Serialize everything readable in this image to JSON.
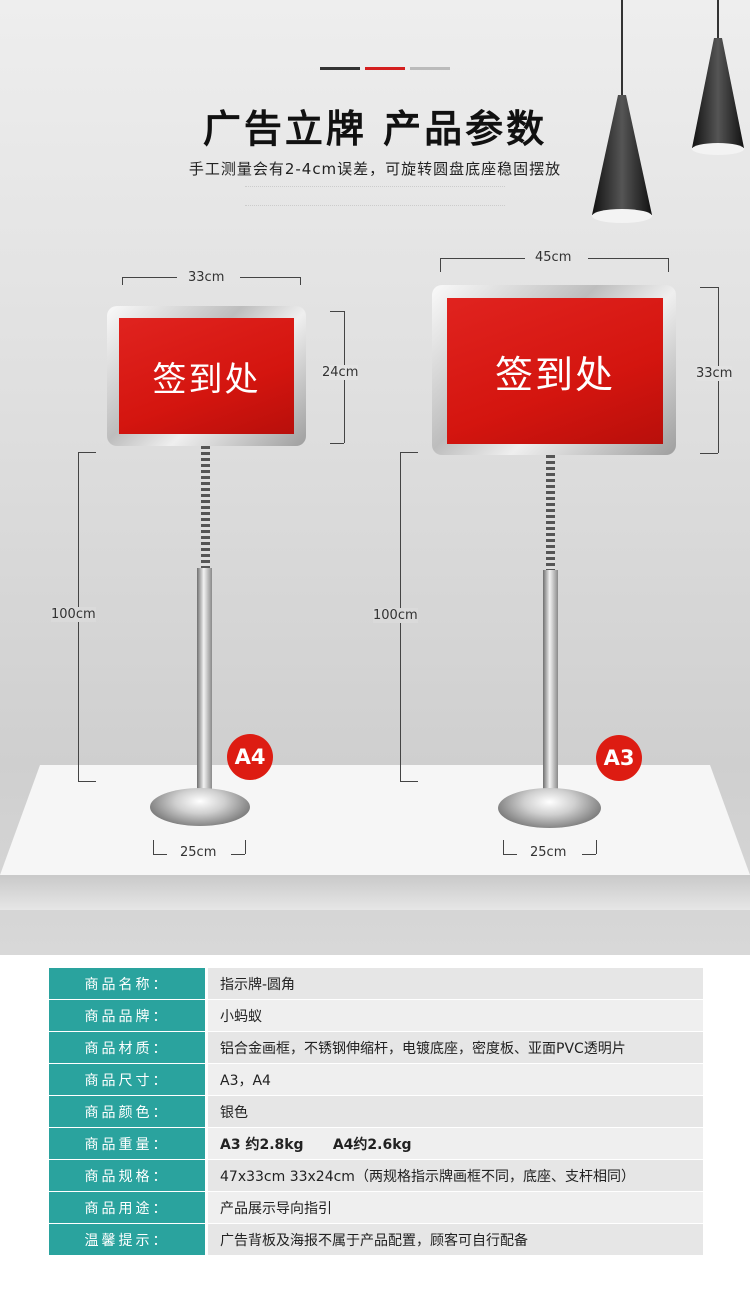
{
  "title": "广告立牌  产品参数",
  "subtitle": "手工测量会有2-4cm误差，可旋转圆盘底座稳固摆放",
  "colors": {
    "accent_red": "#dd1c12",
    "table_teal": "#2aa39e",
    "deco": [
      "#333333",
      "#d41f1f",
      "#bbbbbb"
    ]
  },
  "left_stand": {
    "badge": "A4",
    "sign_text": "签到处",
    "width": "33cm",
    "height": "24cm",
    "pole": "100cm",
    "base": "25cm"
  },
  "right_stand": {
    "badge": "A3",
    "sign_text": "签到处",
    "width": "45cm",
    "height": "33cm",
    "pole": "100cm",
    "base": "25cm"
  },
  "specs": [
    {
      "key": "商品名称：",
      "value": "指示牌-圆角"
    },
    {
      "key": "商品品牌：",
      "value": "小蚂蚁"
    },
    {
      "key": "商品材质：",
      "value": "铝合金画框，不锈钢伸缩杆，电镀底座，密度板、亚面PVC透明片"
    },
    {
      "key": "商品尺寸：",
      "value": "A3，A4"
    },
    {
      "key": "商品颜色：",
      "value": "银色"
    },
    {
      "key": "商品重量：",
      "value": "A3 约2.8kg      A4约2.6kg"
    },
    {
      "key": "商品规格：",
      "value": "47x33cm  33x24cm（两规格指示牌画框不同，底座、支杆相同）"
    },
    {
      "key": "商品用途：",
      "value": "产品展示导向指引"
    },
    {
      "key": "温馨提示：",
      "value": "广告背板及海报不属于产品配置，顾客可自行配备"
    }
  ]
}
